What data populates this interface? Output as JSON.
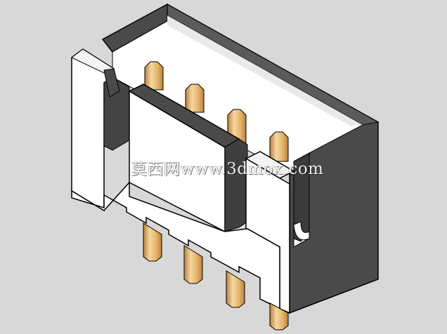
{
  "scene": {
    "subject": "connector-3d-render",
    "pin_count": 4,
    "colors": {
      "background": "#d8d8d8",
      "housing_face": "#ffffff",
      "housing_shadow": "#4a4a4a",
      "housing_edge": "#000000",
      "pin_light": "#f6d7a0",
      "pin_mid": "#e6b36a",
      "pin_dark": "#b9823d"
    }
  },
  "watermark": {
    "text": "莫西网www.3dmox.com"
  }
}
